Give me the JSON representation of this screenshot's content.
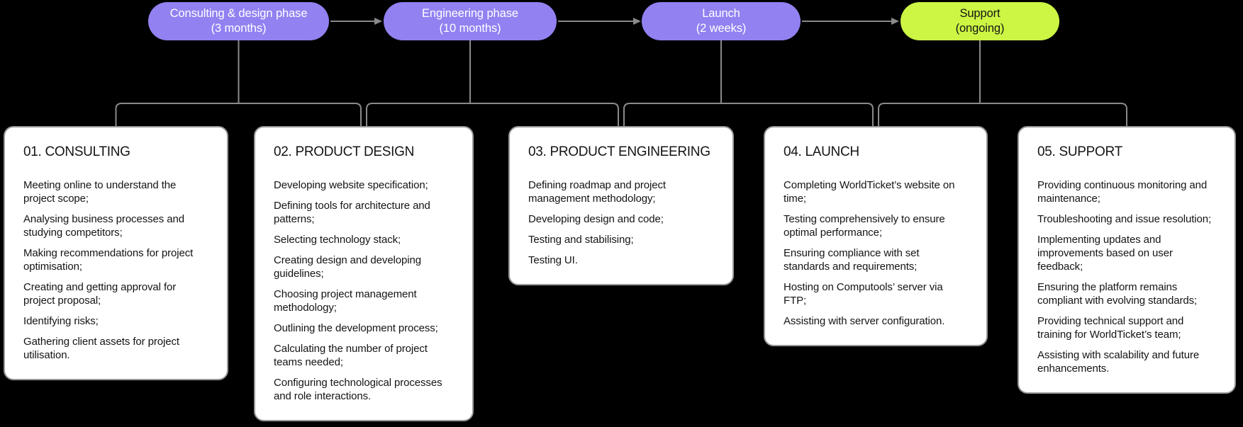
{
  "colors": {
    "background": "#000000",
    "pill_purple": "#9181F1",
    "pill_lime": "#CCF544",
    "pill_text_light": "#FFFFFF",
    "pill_text_dark": "#141414",
    "connector_gray": "#8A8A8A",
    "card_background": "#FFFFFF",
    "card_border": "#999999",
    "text_dark": "#141414"
  },
  "phases": [
    {
      "label": "Consulting & design phase",
      "duration": "(3 months)"
    },
    {
      "label": "Engineering phase",
      "duration": "(10 months)"
    },
    {
      "label": "Launch",
      "duration": "(2 weeks)"
    },
    {
      "label": "Support",
      "duration": "(ongoing)"
    }
  ],
  "cards": [
    {
      "title": "01. CONSULTING",
      "items": [
        "Meeting online to understand the\nproject scope;",
        "Analysing  business processes and\nstudying competitors;",
        "Making recommendations for project\noptimisation;",
        "Creating and getting approval for\nproject proposal;",
        "Identifying risks;",
        "Gathering client assets for project\nutilisation."
      ]
    },
    {
      "title": "02. PRODUCT DESIGN",
      "items": [
        "Developing website specification;",
        "Defining tools for architecture and\npatterns;",
        "Selecting technology stack;",
        "Creating design and developing\nguidelines;",
        "Choosing project management\nmethodology;",
        "Outlining the development process;",
        "Calculating the number of project\nteams needed;",
        "Configuring technological processes\nand role interactions."
      ]
    },
    {
      "title": "03. PRODUCT ENGINEERING",
      "items": [
        "Defining roadmap and project\nmanagement methodology;",
        "Developing design and code;",
        "Testing and stabilising;",
        "Testing UI."
      ]
    },
    {
      "title": "04. LAUNCH",
      "items": [
        "Completing WorldTicket’s website on\ntime;",
        "Testing comprehensively to ensure\noptimal performance;",
        "Ensuring compliance with set\nstandards and requirements;",
        "Hosting on Computools’ server via\nFTP;",
        "Assisting with server configuration."
      ]
    },
    {
      "title": "05. SUPPORT",
      "items": [
        "Providing continuous monitoring and\nmaintenance;",
        "Troubleshooting and issue resolution;",
        "Implementing updates and\nimprovements based on user\nfeedback;",
        "Ensuring the platform remains\ncompliant with evolving standards;",
        "Providing technical support and\ntraining for WorldTicket’s team;",
        "Assisting with scalability and future\nenhancements."
      ]
    }
  ]
}
